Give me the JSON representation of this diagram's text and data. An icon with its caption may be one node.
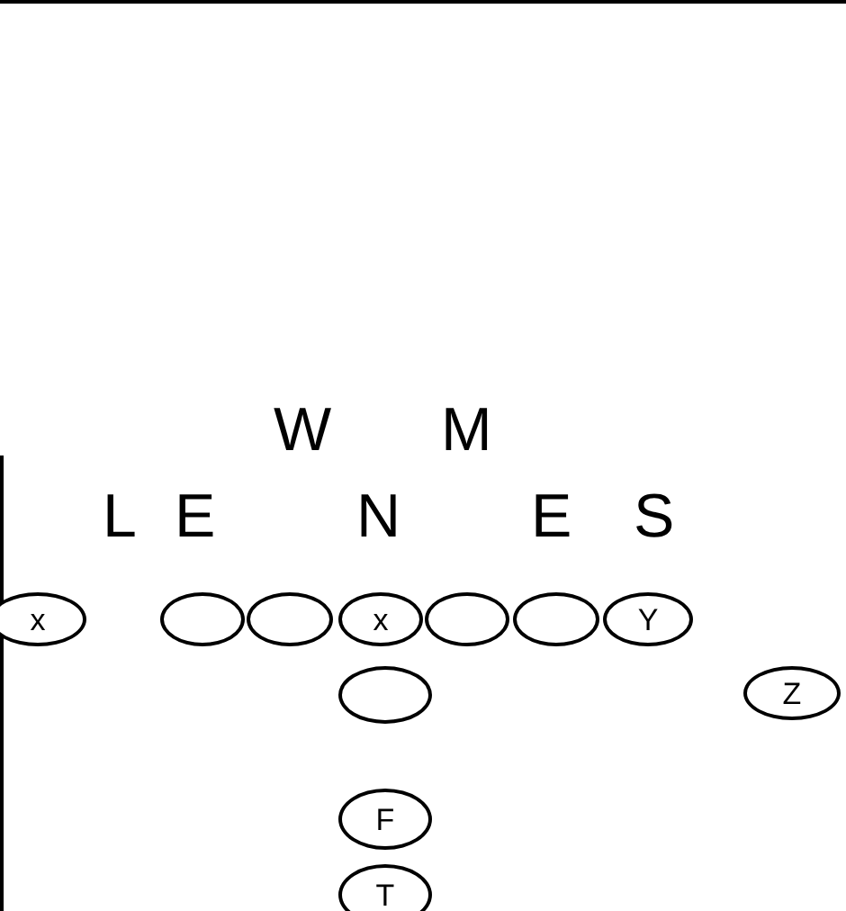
{
  "diagram": {
    "nodes": [
      {
        "text": [
          "x"
        ]
      },
      {
        "text": [],
        "shape": "ellipse"
      },
      {
        "text": [],
        "shape": "ellipse"
      },
      {
        "text": [
          "x"
        ]
      },
      {
        "text": [],
        "shape": "ellipse"
      },
      {
        "text": [],
        "shape": "ellipse"
      },
      {
        "text": [
          "Y"
        ]
      },
      {
        "text": [],
        "shape": "ellipse"
      },
      {
        "text": [
          "Z"
        ]
      },
      {
        "text": [
          "F"
        ]
      },
      {
        "text": [
          "T"
        ]
      }
    ],
    "labels": [
      "W",
      "M",
      "L",
      "E",
      "N",
      "E",
      "S"
    ]
  }
}
